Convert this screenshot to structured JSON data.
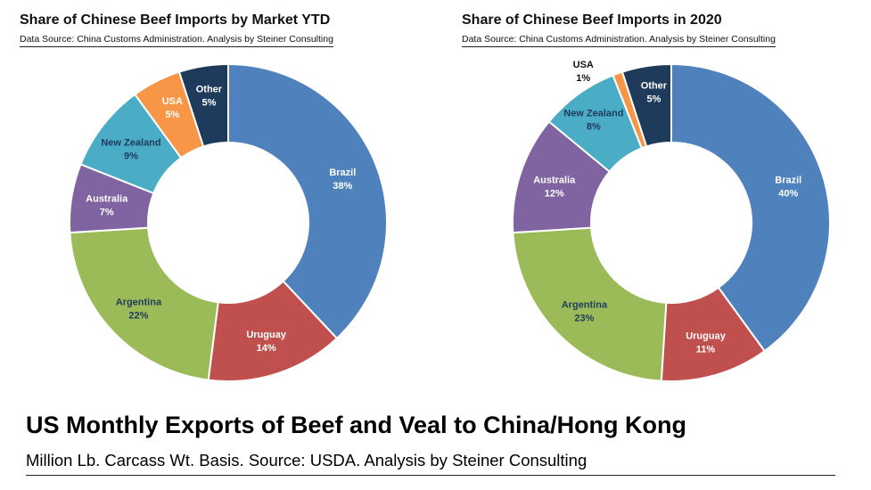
{
  "chart_data": [
    {
      "type": "pie",
      "title": "Share of Chinese Beef Imports by Market YTD",
      "subtitle": "Data Source:  China Customs Administration.  Analysis by Steiner Consulting",
      "categories": [
        "Brazil",
        "Uruguay",
        "Argentina",
        "Australia",
        "New Zealand",
        "USA",
        "Other"
      ],
      "values": [
        38,
        14,
        22,
        7,
        9,
        5,
        5
      ],
      "labels": [
        "38%",
        "14%",
        "22%",
        "7%",
        "9%",
        "5%",
        "5%"
      ],
      "colors": [
        "#4f81bd",
        "#c0504d",
        "#9bbb59",
        "#8064a2",
        "#4bacc6",
        "#f79646",
        "#1f3b5c"
      ]
    },
    {
      "type": "pie",
      "title": "Share of Chinese Beef Imports in 2020",
      "subtitle": "Data Source:  China Customs Administration.  Analysis by Steiner Consulting",
      "categories": [
        "Brazil",
        "Uruguay",
        "Argentina",
        "Australia",
        "New Zealand",
        "USA",
        "Other"
      ],
      "values": [
        40,
        11,
        23,
        12,
        8,
        1,
        5
      ],
      "labels": [
        "40%",
        "11%",
        "23%",
        "12%",
        "8%",
        "1%",
        "5%"
      ],
      "colors": [
        "#4f81bd",
        "#c0504d",
        "#9bbb59",
        "#8064a2",
        "#4bacc6",
        "#f79646",
        "#1f3b5c"
      ]
    }
  ],
  "footer": {
    "title": "US Monthly Exports of Beef and Veal to China/Hong Kong",
    "subtitle": "Million Lb. Carcass Wt. Basis.  Source: USDA.  Analysis by Steiner Consulting"
  }
}
